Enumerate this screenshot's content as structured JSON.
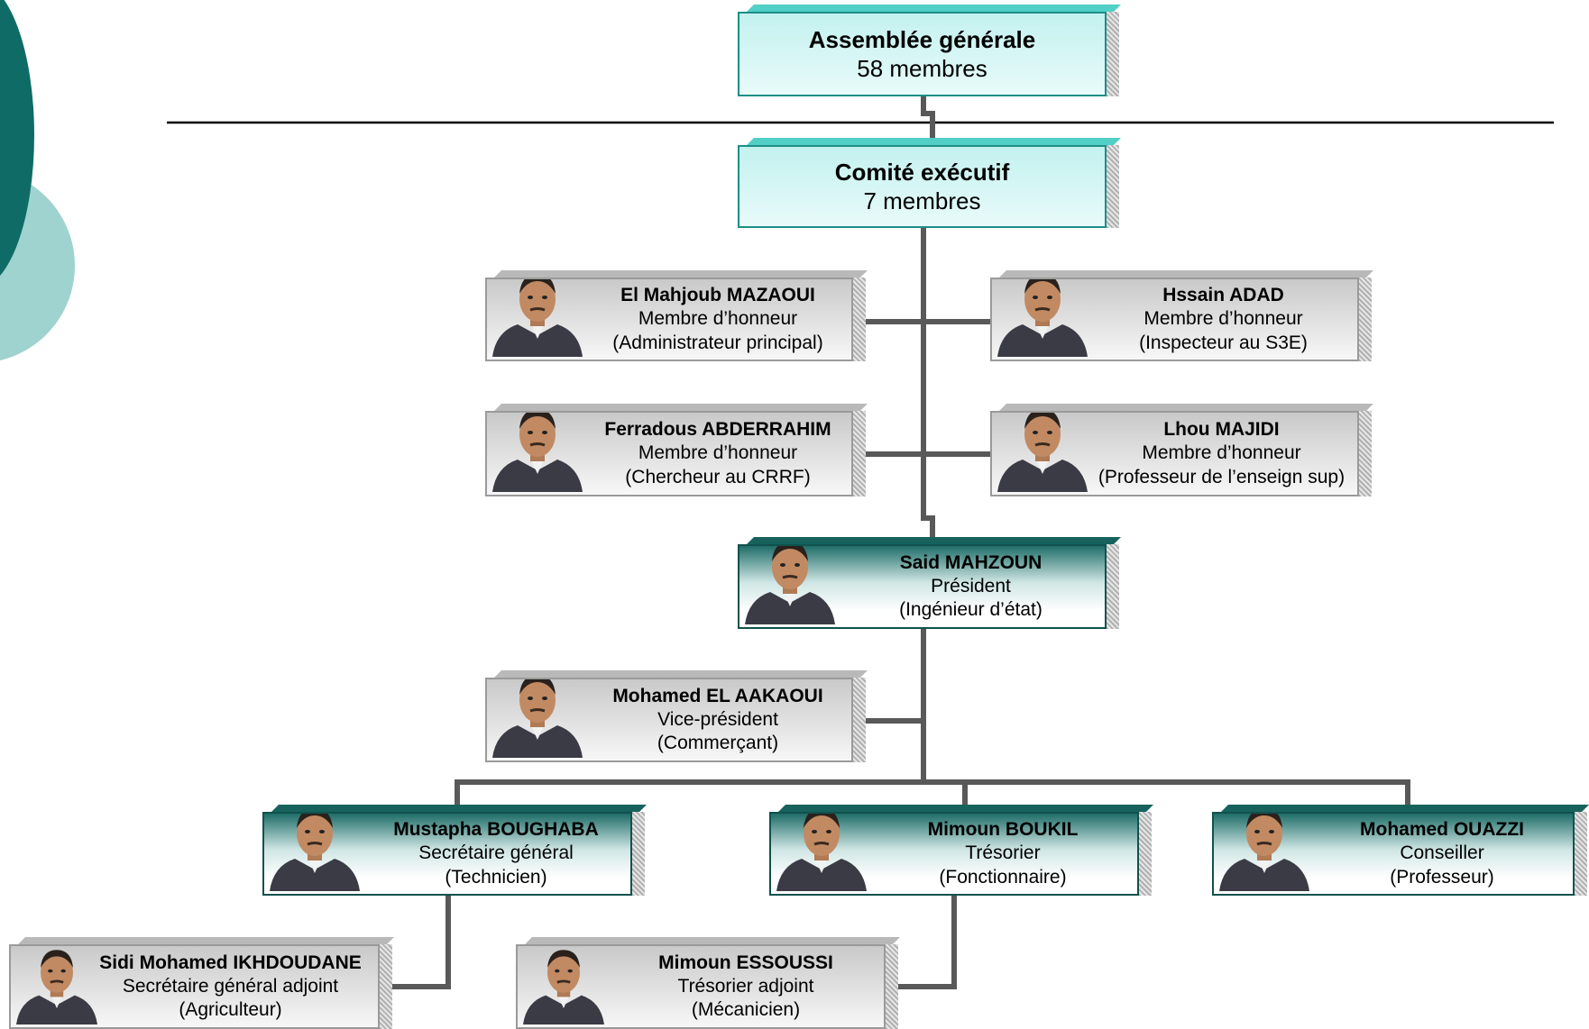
{
  "colors": {
    "dark_teal": "#0f6b66",
    "light_teal": "#9fd3d0",
    "connector": "#595959",
    "header_rule": "#000000"
  },
  "top": [
    {
      "id": "assembly",
      "name": "Assemblée générale",
      "count": "58 membres"
    },
    {
      "id": "committee",
      "name": "Comité exécutif",
      "count": "7 membres"
    }
  ],
  "honorary": [
    {
      "name": "El Mahjoub MAZAOUI",
      "role": "Membre d’honneur",
      "occupation": "(Administrateur principal)",
      "photo": "portrait-photo"
    },
    {
      "name": "Hssain ADAD",
      "role": "Membre d’honneur",
      "occupation": "(Inspecteur au S3E)",
      "photo": "portrait-photo"
    },
    {
      "name": "Ferradous ABDERRAHIM",
      "role": "Membre d’honneur",
      "occupation": "(Chercheur au CRRF)",
      "photo": "portrait-photo"
    },
    {
      "name": "Lhou MAJIDI",
      "role": "Membre d’honneur",
      "occupation": "(Professeur de l’enseign sup)",
      "photo": "portrait-photo"
    }
  ],
  "president": {
    "name": "Said MAHZOUN",
    "role": "Président",
    "occupation": "(Ingénieur d’état)",
    "photo": "portrait-photo"
  },
  "vice_president": {
    "name": "Mohamed EL AAKAOUI",
    "role": "Vice-président",
    "occupation": "(Commerçant)",
    "photo": "portrait-photo"
  },
  "officers": [
    {
      "name": "Mustapha BOUGHABA",
      "role": "Secrétaire général",
      "occupation": "(Technicien)",
      "photo": "portrait-photo"
    },
    {
      "name": "Mimoun BOUKIL",
      "role": "Trésorier",
      "occupation": "(Fonctionnaire)",
      "photo": "portrait-photo"
    },
    {
      "name": "Mohamed OUAZZI",
      "role": "Conseiller",
      "occupation": "(Professeur)",
      "photo": "portrait-photo"
    }
  ],
  "deputies": [
    {
      "name": "Sidi Mohamed IKHDOUDANE",
      "role": "Secrétaire général adjoint",
      "occupation": "(Agriculteur)",
      "photo": "portrait-photo"
    },
    {
      "name": "Mimoun ESSOUSSI",
      "role": "Trésorier adjoint",
      "occupation": "(Mécanicien)",
      "photo": "portrait-photo"
    }
  ]
}
